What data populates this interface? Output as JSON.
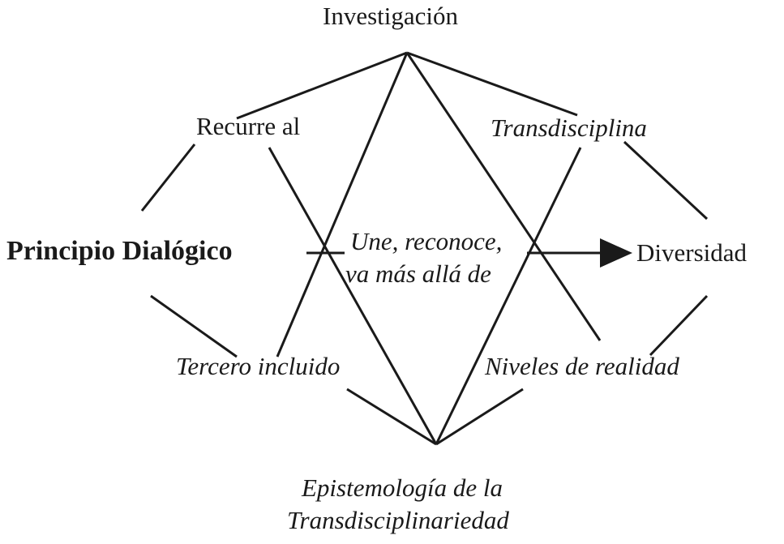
{
  "nodes": {
    "top": "Investigación",
    "left": "Principio Dialógico",
    "right": "Diversidad",
    "upper_left": "Recurre al",
    "upper_right": "Transdisciplina",
    "lower_left": "Tercero incluido",
    "lower_right": "Niveles de realidad",
    "center_line1": "Une, reconoce,",
    "center_line2": "va más allá de",
    "bottom_line1": "Epistemología de la",
    "bottom_line2": "Transdisciplinariedad"
  },
  "colors": {
    "line": "#1a1a1a"
  }
}
